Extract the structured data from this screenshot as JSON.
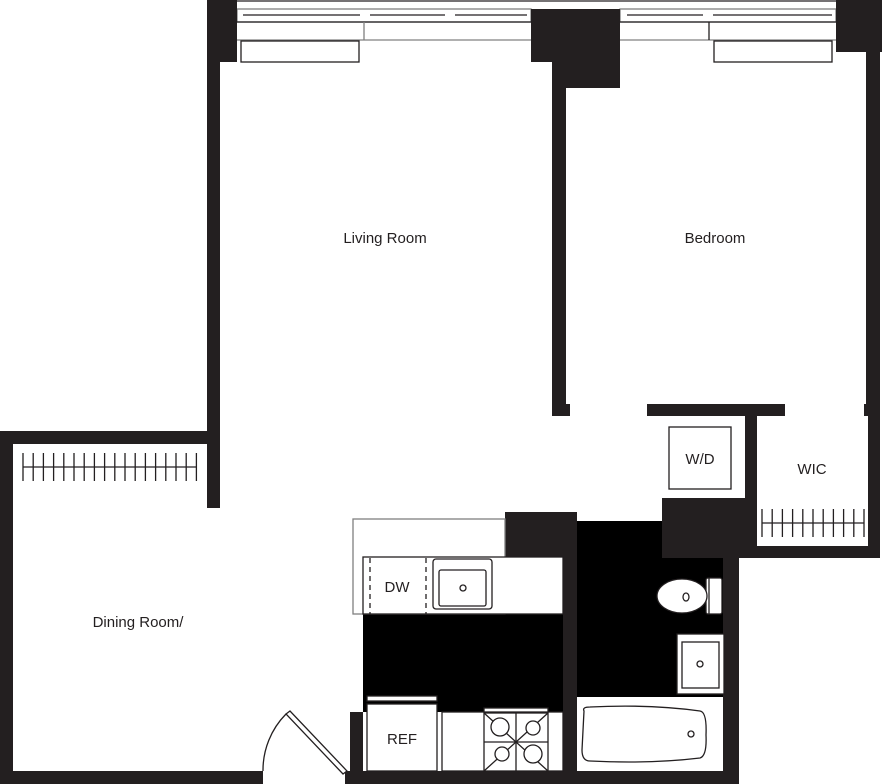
{
  "floorplan": {
    "rooms": {
      "living_room": "Living Room",
      "bedroom": "Bedroom",
      "dining_room": "Dining Room/",
      "washer_dryer": "W/D",
      "walk_in_closet": "WIC"
    },
    "fixtures": {
      "dishwasher": "DW",
      "refrigerator": "REF"
    },
    "colors": {
      "wall": "#231f20",
      "floor_fill": "#000000",
      "background": "#ffffff"
    }
  }
}
